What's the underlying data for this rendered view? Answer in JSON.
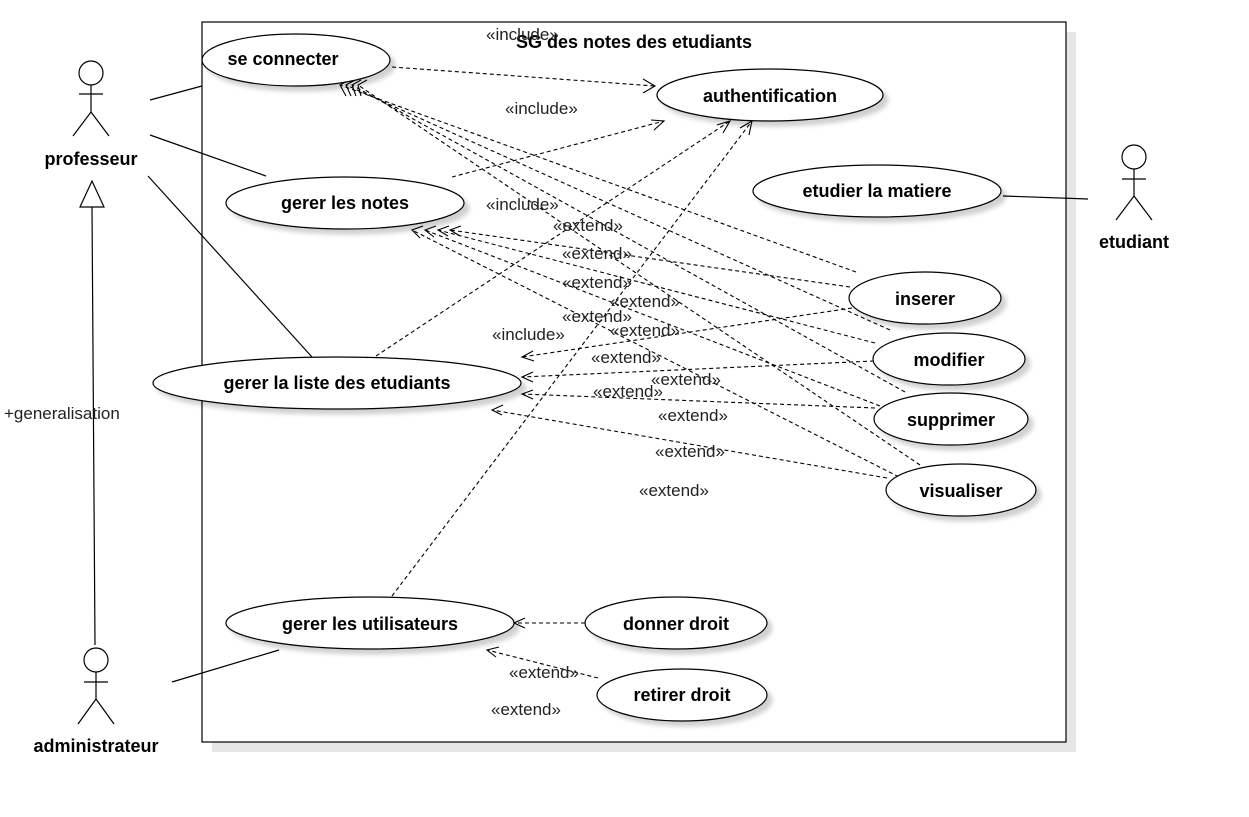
{
  "system": {
    "title": "SG des notes des etudiants"
  },
  "actors": {
    "professeur": "professeur",
    "etudiant": "etudiant",
    "administrateur": "administrateur"
  },
  "use_cases": {
    "se_connecter": "se connecter",
    "authentification": "authentification",
    "etudier_la_matiere": "etudier la matiere",
    "gerer_les_notes": "gerer les notes",
    "inserer": "inserer",
    "modifier": "modifier",
    "gerer_la_liste": "gerer la liste des etudiants",
    "supprimer": "supprimer",
    "visualiser": "visualiser",
    "gerer_les_utilisateurs": "gerer les utilisateurs",
    "donner_droit": "donner droit",
    "retirer_droit": "retirer droit"
  },
  "relations": {
    "generalisation": "+generalisation",
    "include": "«include»",
    "extend": "«extend»"
  }
}
